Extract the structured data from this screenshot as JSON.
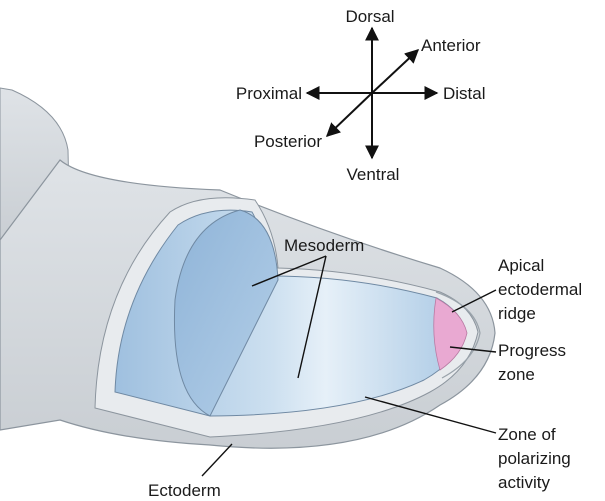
{
  "axes": {
    "dorsal": "Dorsal",
    "anterior": "Anterior",
    "proximal": "Proximal",
    "distal": "Distal",
    "posterior": "Posterior",
    "ventral": "Ventral"
  },
  "labels": {
    "mesoderm": "Mesoderm",
    "apical_ridge": [
      "Apical",
      "ectodermal",
      "ridge"
    ],
    "progress_zone": [
      "Progress",
      "zone"
    ],
    "zpa": [
      "Zone of",
      "polarizing",
      "activity"
    ],
    "ectoderm": "Ectoderm"
  },
  "colors": {
    "ectoderm_fill": "#e4e7ea",
    "mesoderm_fill": "#a9c9e6",
    "mesoderm_light": "#dce9f4",
    "progress_zone": "#e9a9d2",
    "outline": "#7a8691"
  }
}
